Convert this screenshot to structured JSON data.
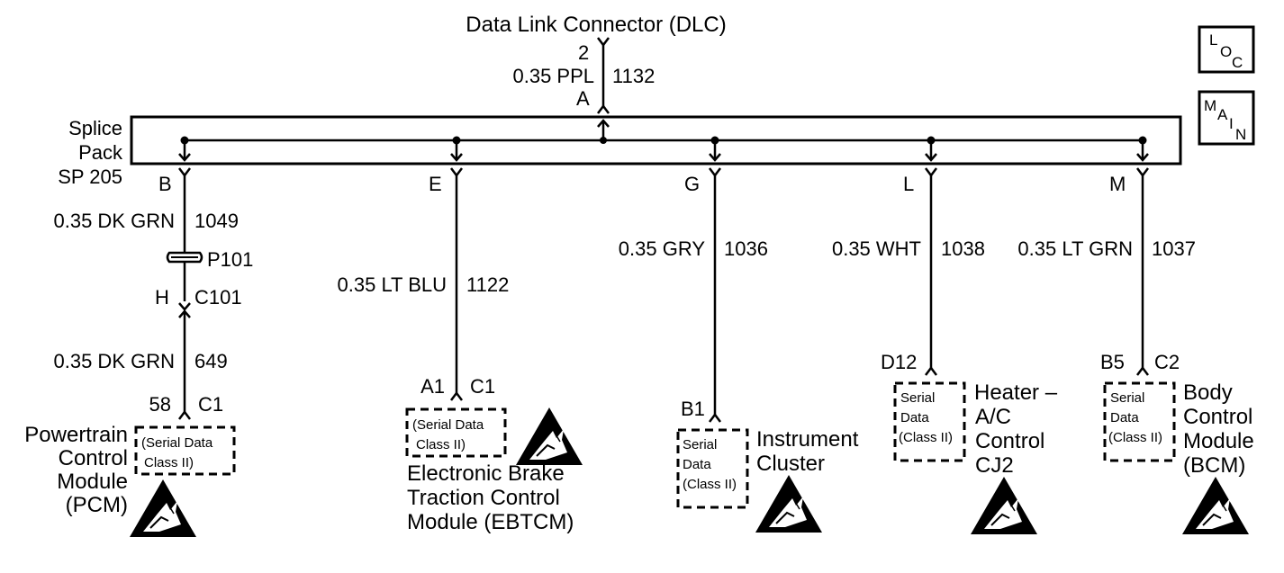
{
  "title": "Data Link Connector (DLC)",
  "dlc": {
    "pin_top": "2",
    "wire": "0.35 PPL",
    "circuit": "1132",
    "pin_bottom": "A"
  },
  "splice": {
    "line1": "Splice",
    "line2": "Pack",
    "line3": "SP 205"
  },
  "buttons": {
    "loc": [
      "L",
      "O",
      "C"
    ],
    "main": [
      "M",
      "A",
      "I",
      "N"
    ]
  },
  "branches": {
    "pcm": {
      "splice_pin": "B",
      "wire1": "0.35 DK GRN",
      "circuit1": "1049",
      "inline": "P101",
      "conn_pin": "H",
      "conn": "C101",
      "wire2": "0.35 DK GRN",
      "circuit2": "649",
      "module_pin": "58",
      "module_conn": "C1",
      "box": [
        "(Serial Data",
        "Class II)"
      ],
      "module": [
        "Powertrain",
        "Control",
        "Module",
        "(PCM)"
      ]
    },
    "ebtcm": {
      "splice_pin": "E",
      "wire": "0.35 LT BLU",
      "circuit": "1122",
      "module_pin": "A1",
      "module_conn": "C1",
      "box": [
        "(Serial Data",
        "Class II)"
      ],
      "module": [
        "Electronic Brake",
        "Traction Control",
        "Module (EBTCM)"
      ]
    },
    "ipc": {
      "splice_pin": "G",
      "wire": "0.35 GRY",
      "circuit": "1036",
      "module_pin": "B1",
      "box": [
        "Serial",
        "Data",
        "(Class II)"
      ],
      "module": [
        "Instrument",
        "Cluster"
      ]
    },
    "hvac": {
      "splice_pin": "L",
      "wire": "0.35 WHT",
      "circuit": "1038",
      "module_pin": "D12",
      "box": [
        "Serial",
        "Data",
        "(Class II)"
      ],
      "module": [
        "Heater –",
        "A/C",
        "Control",
        "CJ2"
      ]
    },
    "bcm": {
      "splice_pin": "M",
      "wire": "0.35 LT GRN",
      "circuit": "1037",
      "module_pin": "B5",
      "module_conn": "C2",
      "box": [
        "Serial",
        "Data",
        "(Class II)"
      ],
      "module": [
        "Body",
        "Control",
        "Module",
        "(BCM)"
      ]
    }
  },
  "icons": {
    "esd": "esd-warning-icon"
  }
}
